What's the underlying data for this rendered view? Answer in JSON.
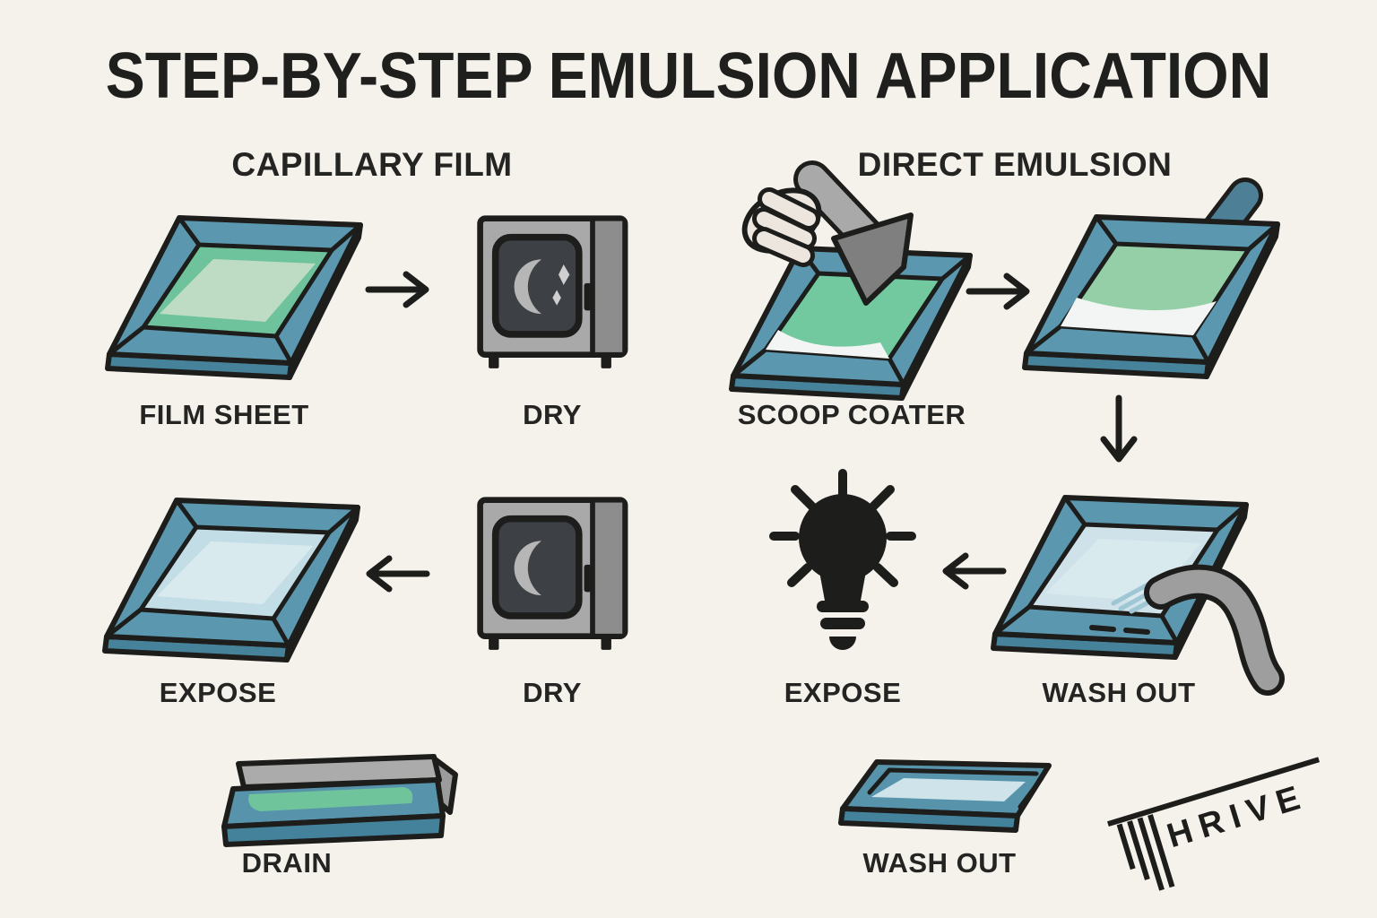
{
  "title": "STEP-BY-STEP EMULSION APPLICATION",
  "sections": {
    "capillary": {
      "heading": "CAPILLARY FILM",
      "steps": {
        "film_sheet": "FILM SHEET",
        "dry_1": "DRY",
        "expose": "EXPOSE",
        "dry_2": "DRY",
        "drain": "DRAIN"
      }
    },
    "direct": {
      "heading": "DIRECT EMULSION",
      "steps": {
        "scoop_coater": "SCOOP COATER",
        "wash_out_frame": "WASH OUT",
        "expose": "EXPOSE",
        "wash_out_tray": "WASH OUT"
      }
    }
  },
  "logo": {
    "brand": "THRIVE",
    "letters": "HRIVE"
  },
  "icons": {
    "arrow_right": "right-arrow",
    "arrow_left": "left-arrow",
    "arrow_down": "down-arrow",
    "moon": "crescent-moon",
    "bulb": "light-bulb"
  },
  "colors": {
    "background": "#f5f2eb",
    "ink": "#1d1d1b",
    "frame_blue": "#5b98b0",
    "frame_blue_dark": "#47829b",
    "mesh_green": "#6fc39c",
    "pale_green": "#bedcc3",
    "emulsion_green": "#94cfa8",
    "pale_blue": "#cfe2ea",
    "machine_gray": "#a9a9a9",
    "machine_gray_dark": "#8d8d8d",
    "window_dark": "#3d4145",
    "hose_gray": "#9e9e9e",
    "teal_handle": "#4d8097",
    "glove": "#ece6df"
  }
}
